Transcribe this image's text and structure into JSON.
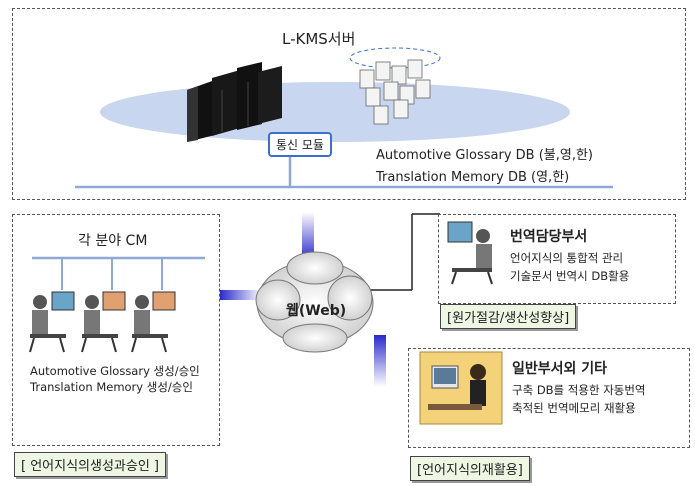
{
  "server": {
    "title": "L-KMS서버",
    "comm_module": "통신 모듈",
    "db_glossary": "Automotive Glossary DB (불,영,한)",
    "db_tm": "Translation Memory DB (영,한)"
  },
  "left_panel": {
    "title": "각 분야 CM",
    "line1": "Automotive Glossary 생성/승인",
    "line2": "Translation Memory 생성/승인",
    "tag": "[ 언어지식의생성과승인 ]"
  },
  "center": {
    "web_label": "웹(Web)"
  },
  "right_top": {
    "title": "번역담당부서",
    "line1": "언어지식의 통합적 관리",
    "line2": "기술문서 번역시 DB활용",
    "tag": "[원가절감/생산성향상]"
  },
  "right_bottom": {
    "title": "일반부서외 기타",
    "line1": "구축 DB를 적용한 자동번역",
    "line2": "축적된 번역메모리 재활용",
    "tag": "[언어지식의재활용]"
  },
  "colors": {
    "accent_blue": "#3b6fd0",
    "ellipse_fill": "#c9d6ef",
    "cloud": "#e6e6e6"
  },
  "icons": [
    "server-rack-icon",
    "document-stack-icon",
    "cloud-icon",
    "worker-computer-icon"
  ]
}
